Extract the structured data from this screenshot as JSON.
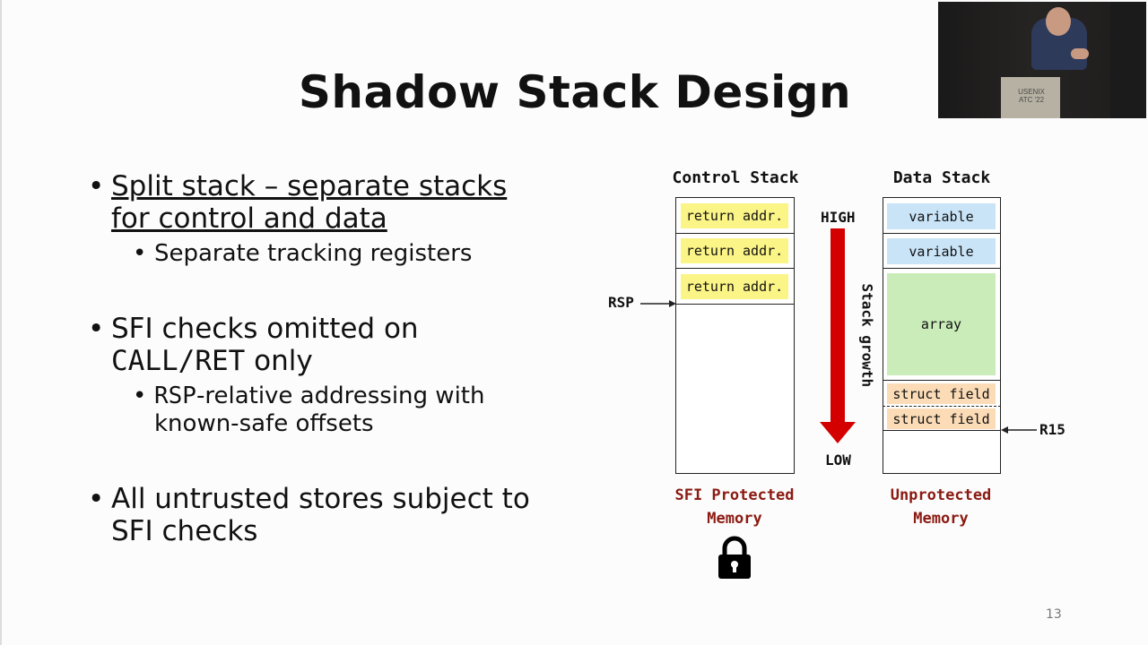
{
  "slide": {
    "title": "Shadow Stack Design",
    "page_number": "13",
    "bullets": {
      "b1_line1": "Split stack – separate stacks",
      "b1_line2": "for control and data",
      "b1_sub": "Separate tracking registers",
      "b2_line1": "SFI checks omitted on",
      "b2_code": "CALL/RET",
      "b2_tail": " only",
      "b2_sub_code": "RSP",
      "b2_sub_line1_tail": "-relative addressing with",
      "b2_sub_line2": "known-safe offsets",
      "b3_line1": "All untrusted stores subject to",
      "b3_line2": "SFI checks"
    }
  },
  "diagram": {
    "control_title": "Control Stack",
    "data_title": "Data Stack",
    "control_cells": [
      "return addr.",
      "return addr.",
      "return addr."
    ],
    "data_cells": {
      "var1": "variable",
      "var2": "variable",
      "array": "array",
      "sf1": "struct field",
      "sf2": "struct field"
    },
    "high": "HIGH",
    "low": "LOW",
    "growth": "Stack growth",
    "rsp": "RSP",
    "r15": "R15",
    "protected_line1": "SFI Protected",
    "protected_line2": "Memory",
    "unprotected_line1": "Unprotected",
    "unprotected_line2": "Memory",
    "colors": {
      "arrow": "#d40000",
      "return_cell": "#fbf486",
      "variable_cell": "#c9e4f7",
      "array_cell": "#c9ecb8",
      "struct_cell": "#fbdcb7",
      "memory_label": "#8b1a12"
    },
    "icons": [
      "lock-icon"
    ]
  },
  "video": {
    "sign_line1": "USENIX",
    "sign_line2": "ATC '22"
  }
}
